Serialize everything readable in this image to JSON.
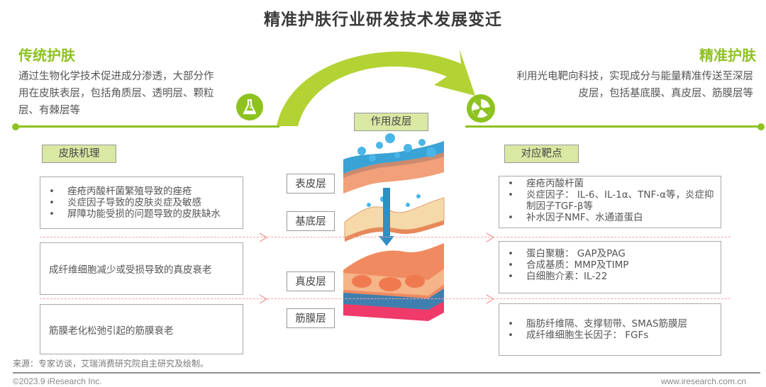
{
  "title": "精准护肤行业研发技术发展变迁",
  "traditional": {
    "title": "传统护肤",
    "desc_lines": [
      "通过生物化学技术促进成分渗透，大部分作",
      "用在皮肤表层，包括角质层、透明层、颗粒",
      "层、有棘层等"
    ],
    "icon": "flask-icon"
  },
  "precision": {
    "title": "精准护肤",
    "desc_lines": [
      "利用光电靶向科技，实现成分与能量精准传送至深层",
      "皮层，包括基底膜、真皮层、筋膜层等"
    ],
    "icon": "tech-fan-icon"
  },
  "center_tag": "作用皮层",
  "left_tag": "皮肤机理",
  "right_tag": "对应靶点",
  "layers": [
    "表皮层",
    "基底层",
    "真皮层",
    "筋膜层"
  ],
  "mechanisms": [
    {
      "items": [
        "痤疮丙酸杆菌繁殖导致的痤疮",
        "炎症因子导致的皮肤炎症及敏感",
        "屏障功能受损的问题导致的皮肤缺水"
      ]
    },
    {
      "text": "成纤维细胞减少或受损导致的真皮衰老"
    },
    {
      "text": "筋膜老化松弛引起的筋膜衰老"
    }
  ],
  "targets": [
    {
      "items": [
        "痤疮丙酸杆菌",
        "炎症因子： IL-6、IL-1α、TNF-α等，炎症抑制因子TGF-β等",
        "补水因子NMF、水通道蛋白"
      ]
    },
    {
      "items": [
        "蛋白聚糖： GAP及PAG",
        "合成基质：MMP及TIMP",
        "白细胞介素：IL-22"
      ]
    },
    {
      "items": [
        "脂肪纤维隔、支撑韧带、SMAS筋膜层",
        "成纤维细胞生长因子： FGFs"
      ]
    }
  ],
  "footer": {
    "source": "来源：专家访谈，艾瑞消费研究院自主研究及绘制。",
    "copyright": "©2023.9 iResearch Inc.",
    "website": "www.iresearch.com.cn"
  },
  "colors": {
    "accent_green": "#8dc21f",
    "arrow_green": "#b3d234",
    "tag_bg": "#d9e8a3",
    "dash_pink": "#f4a5a5"
  }
}
